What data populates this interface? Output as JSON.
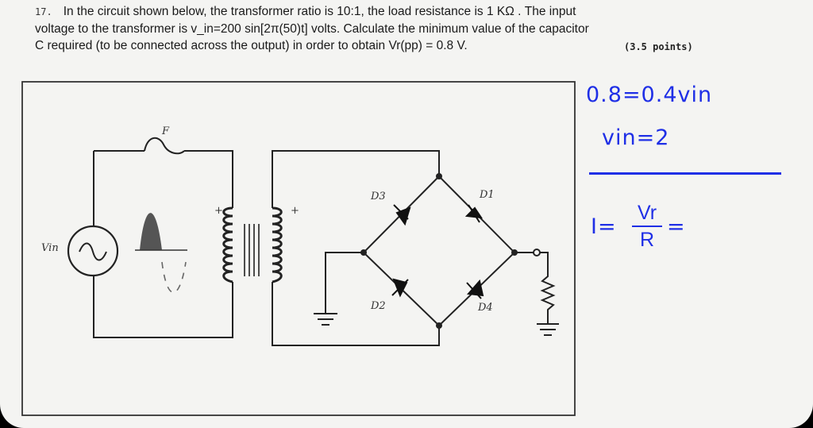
{
  "question": {
    "number": "17.",
    "line1": "In the circuit shown below, the transformer ratio is 10:1, the load resistance is 1 KΩ . The input",
    "line2": "voltage to the transformer is  v_in=200 sin[2π(50)t] volts. Calculate the minimum value of the capacitor",
    "line3": "C required (to be connected across the output) in order to obtain Vr(pp) = 0.8 V.",
    "points": "(3.5 points)"
  },
  "circuit": {
    "fuse_label": "F",
    "source_label": "Vin",
    "diode_labels": [
      "D3",
      "D1",
      "D2",
      "D4"
    ],
    "plus_sign": "+"
  },
  "handwriting": {
    "line1": "0.8=0.4vin",
    "line2": "vin=2",
    "eq_lhs": "I=",
    "frac_num": "Vr",
    "frac_den": "R",
    "eq_rhs": "=",
    "ink_color": "#1f2fe6"
  }
}
